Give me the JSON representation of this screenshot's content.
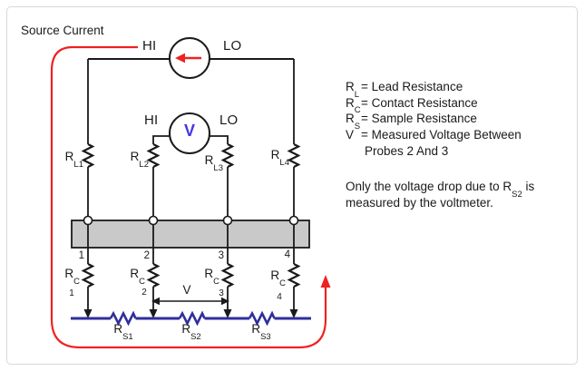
{
  "title": "Source Current",
  "current_source": {
    "hi": "HI",
    "lo": "LO"
  },
  "voltmeter": {
    "hi": "HI",
    "lo": "LO",
    "symbol": "V"
  },
  "lead_resistors": [
    {
      "base": "R",
      "sub": "L1"
    },
    {
      "base": "R",
      "sub": "L2"
    },
    {
      "base": "R",
      "sub": "L3"
    },
    {
      "base": "R",
      "sub": "L4"
    }
  ],
  "probe_numbers": [
    "1",
    "2",
    "3",
    "4"
  ],
  "contact_resistors": {
    "base": "R",
    "sub": "C",
    "numbers": [
      "1",
      "2",
      "3",
      "4"
    ]
  },
  "sample_resistors": [
    {
      "base": "R",
      "sub": "S1"
    },
    {
      "base": "R",
      "sub": "S2"
    },
    {
      "base": "R",
      "sub": "S3"
    }
  ],
  "voltage_arrow_label": "V",
  "legend": {
    "items": [
      {
        "base": "R",
        "sub": "L",
        "text": "= Lead Resistance"
      },
      {
        "base": "R",
        "sub": "C",
        "text": "= Contact Resistance"
      },
      {
        "base": "R",
        "sub": "S",
        "text": "= Sample Resistance"
      },
      {
        "base": "V",
        "sub": "",
        "text": "= Measured Voltage Between"
      }
    ],
    "continuation": "Probes 2 And 3"
  },
  "note": {
    "pre": "Only the voltage drop due to R",
    "sub": "S2",
    "post": " is",
    "line2": "measured by the voltmeter."
  },
  "colors": {
    "red": "#ee2222",
    "sample_blue": "#2e2e9e",
    "voltmeter_blue": "#4532ea",
    "bar_gray": "#c9c9c9"
  }
}
